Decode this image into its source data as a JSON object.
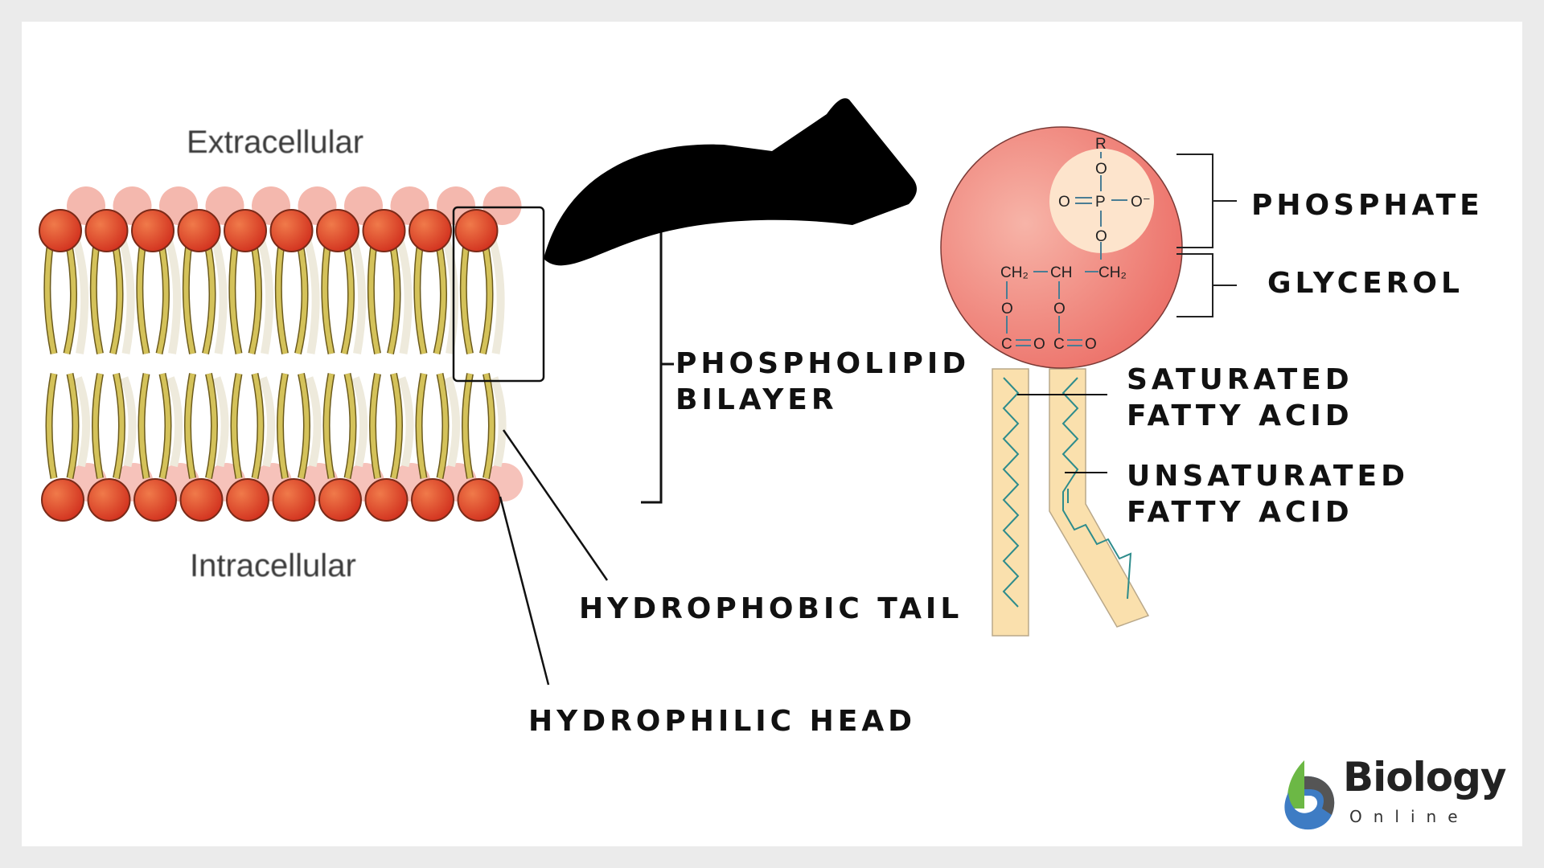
{
  "membrane": {
    "top_label": "Extracellular",
    "bottom_label": "Intracellular",
    "head_color": "#e0482c",
    "tail_color": "#d4c25a"
  },
  "labels": {
    "bilayer_line1": "PHOSPHOLIPID",
    "bilayer_line2": "BILAYER",
    "tail": "HYDROPHOBIC TAIL",
    "head": "HYDROPHILIC HEAD",
    "phosphate": "PHOSPHATE",
    "glycerol": "GLYCEROL",
    "saturated_line1": "SATURATED",
    "saturated_line2": "FATTY ACID",
    "unsaturated_line1": "UNSATURATED",
    "unsaturated_line2": "FATTY ACID"
  },
  "molecule": {
    "r_group": "R",
    "oxygen": "O",
    "phosphorus": "P",
    "o_minus": "O⁻",
    "ch2": "CH₂",
    "ch": "CH",
    "carbon": "C",
    "head_color": "#ee7d74",
    "phosphate_color": "#fde4cc",
    "tail_fill": "#fae0ad",
    "chain_color": "#2e8c8c"
  },
  "logo": {
    "word": "Biology",
    "sub": "Online"
  }
}
